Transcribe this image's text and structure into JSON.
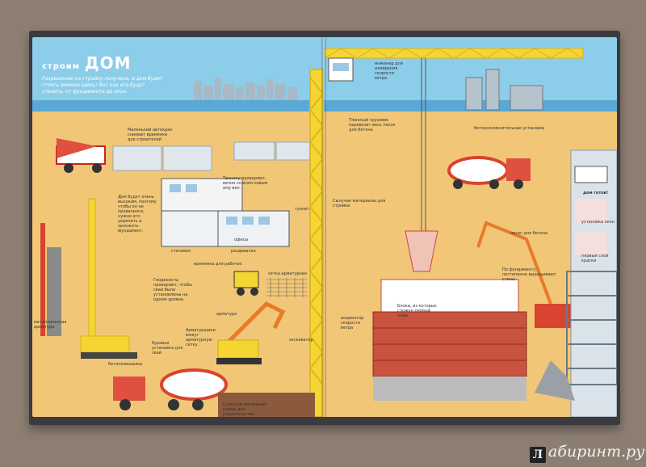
{
  "book": {
    "title_prefix": "строим",
    "title_main": "ДОМ",
    "intro": "Разрешение на стройку получено, и дом будет стоять именно здесь! Вот как его будут строить, от фундамента до окон."
  },
  "labels": {
    "bathroom": "туалет",
    "offices": "офисы",
    "canteen": "столовая",
    "changing": "раздевалка",
    "temp_cabins": "времянка для рабочих",
    "armature_grid": "сетка арматурная",
    "armature": "арматура",
    "armature_left": "металлическая арматура",
    "drill": "буровая установка для свай",
    "excavator": "экскаватор",
    "mixer": "бетономешалка",
    "concrete_plant": "бетонносмесительная установка",
    "house_ready": "дом готов!",
    "windows": "установка окон",
    "paint": "первый слой краски",
    "concrete_pump": "насос для бетона",
    "wind_meter": "индикатор скорости ветра",
    "engineer": "инженер для измерения скорости ветра",
    "heavy_trucks": "Тяжелый грузовик перевозит весь песок для бетона",
    "panels_note": "Технику проверяют, вечно со всем новым ему вел.",
    "helper_note": "Маленький автокран снимает времянки для строителей",
    "pile_note": "Дом будет очень высоким, поэтому чтобы он не провалился, нужно его укрепить и заложить фундамент.",
    "survey_note": "Геодезисты проверяют, чтобы сваи были установлены на одном уровне.",
    "armature_note": "Арматурщики вяжут арматурную сетку.",
    "blocks_note": "Блоки, из которых сложен первый этаж",
    "foundation_note": "По фундаменту постепенно выращивают стены.",
    "waterproof_note": "Слишком маленькие камни для строительства фундамента",
    "sign": "Сыпучие материалы для стройки"
  },
  "watermark": {
    "logo_letter": "Л",
    "text": "абиринт.ру"
  },
  "colors": {
    "sky": "#8ccdea",
    "ground": "#f1c777",
    "crane": "#f5d532",
    "truck_red": "#d8442f",
    "book_cover": "#3b3a3e"
  }
}
